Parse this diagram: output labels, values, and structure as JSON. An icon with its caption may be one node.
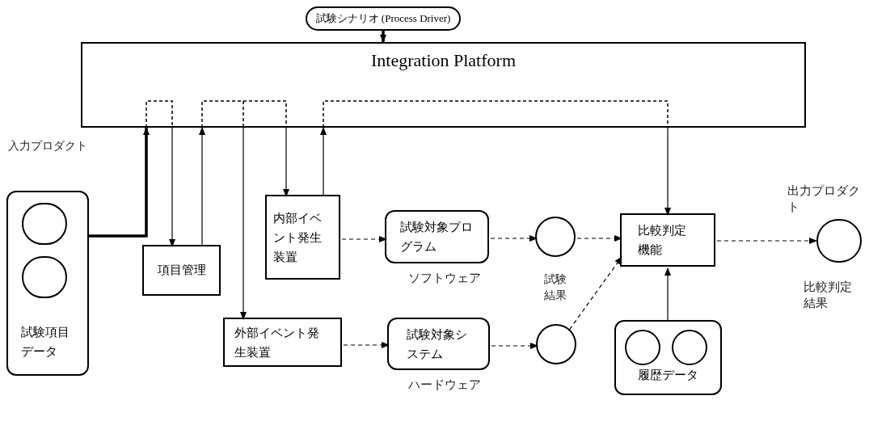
{
  "diagram": {
    "nodes": [
      {
        "text": [
          "試験シナリオ (Process Driver)"
        ]
      },
      {
        "text": [
          "Integration Platform"
        ]
      },
      {
        "text": [],
        "shape": "box"
      },
      {
        "text": [
          "試験項目データ"
        ]
      },
      {
        "text": [],
        "shape": "circle",
        "in": 3
      },
      {
        "text": [],
        "shape": "circle",
        "in": 3
      },
      {
        "text": [
          "項目管理"
        ],
        "in": 2
      },
      {
        "text": [
          "内部イベント発生装置"
        ],
        "in": 2
      },
      {
        "text": [
          "外部イベント発生装置"
        ],
        "in": 2
      },
      {
        "text": [
          "試験対象プログラム"
        ],
        "in": 2,
        "beside": [
          "ソフトウェア"
        ]
      },
      {
        "text": [
          "試験対象システム"
        ],
        "in": 2,
        "beside": [
          "ハードウェア"
        ]
      },
      {
        "text": [],
        "shape": "circle",
        "in": 2
      },
      {
        "text": [],
        "shape": "circle",
        "in": 2
      },
      {
        "text": [
          "比較判定機能"
        ],
        "in": 2
      },
      {
        "text": [
          "履歴データ"
        ],
        "in": 2
      },
      {
        "text": [],
        "shape": "circle",
        "in": 14
      },
      {
        "text": [],
        "shape": "circle",
        "in": 14
      },
      {
        "text": [],
        "shape": "circle",
        "beside": [
          "出力プロダクト",
          "比較判定結果"
        ]
      }
    ],
    "edges": [
      {
        "from": 0,
        "to": 1,
        "arrow": "to",
        "style": "thick"
      },
      {
        "from": 3,
        "to": 1,
        "arrow": "to",
        "style": "thick"
      },
      {
        "from": 1,
        "to": 6,
        "arrow": "to"
      },
      {
        "from": 6,
        "to": 1,
        "arrow": "to"
      },
      {
        "from": 1,
        "to": 8,
        "arrow": "to"
      },
      {
        "from": 1,
        "to": 7,
        "arrow": "to"
      },
      {
        "from": 7,
        "to": 1,
        "arrow": "to"
      },
      {
        "from": 1,
        "to": 13,
        "arrow": "to"
      },
      {
        "from": 7,
        "to": 9,
        "arrow": "to",
        "style": "dashed"
      },
      {
        "from": 8,
        "to": 10,
        "arrow": "to",
        "style": "dashed"
      },
      {
        "from": 9,
        "to": 11,
        "arrow": "to",
        "style": "dashed"
      },
      {
        "from": 10,
        "to": 12,
        "arrow": "to",
        "style": "dashed"
      },
      {
        "from": 11,
        "to": 13,
        "arrow": "to",
        "style": "dashed"
      },
      {
        "from": 12,
        "to": 13,
        "arrow": "to",
        "style": "dashed"
      },
      {
        "from": 14,
        "to": 13,
        "arrow": "to"
      },
      {
        "from": 13,
        "to": 17,
        "arrow": "to",
        "style": "dashed"
      }
    ],
    "labels": [
      "入力プロダクト",
      "試験結果"
    ]
  }
}
